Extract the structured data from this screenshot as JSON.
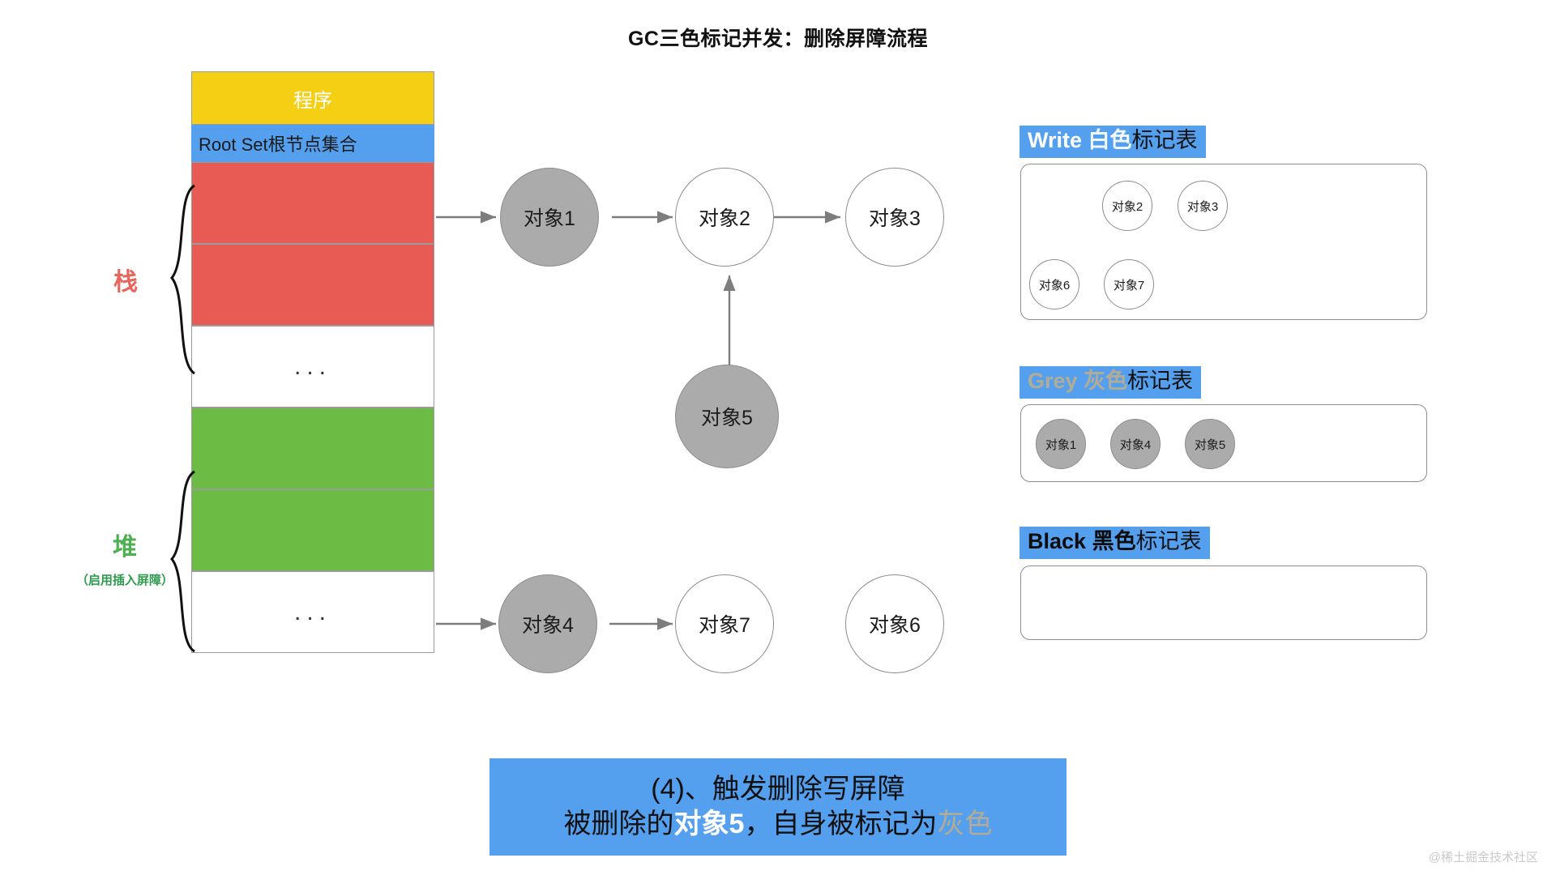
{
  "title": "GC三色标记并发：删除屏障流程",
  "memory": {
    "program_label": "程序",
    "root_set_label": "Root Set根节点集合",
    "dots": "...",
    "stack_label": "栈",
    "heap_label": "堆",
    "heap_sublabel": "（启用插入屏障）"
  },
  "graph": {
    "nodes": [
      {
        "id": "obj1",
        "label": "对象1",
        "fill": "grey"
      },
      {
        "id": "obj2",
        "label": "对象2",
        "fill": "white"
      },
      {
        "id": "obj3",
        "label": "对象3",
        "fill": "white"
      },
      {
        "id": "obj5",
        "label": "对象5",
        "fill": "grey"
      },
      {
        "id": "obj4",
        "label": "对象4",
        "fill": "grey"
      },
      {
        "id": "obj7",
        "label": "对象7",
        "fill": "white"
      },
      {
        "id": "obj6",
        "label": "对象6",
        "fill": "white"
      }
    ]
  },
  "tables": [
    {
      "id": "white-table",
      "en": "Write",
      "color_word": "白色",
      "suffix": "标记表",
      "style": "white",
      "items": [
        "对象2",
        "对象3",
        "对象6",
        "对象7"
      ]
    },
    {
      "id": "grey-table",
      "en": "Grey",
      "color_word": "灰色",
      "suffix": "标记表",
      "style": "grey",
      "items": [
        "对象1",
        "对象4",
        "对象5"
      ]
    },
    {
      "id": "black-table",
      "en": "Black",
      "color_word": "黑色",
      "suffix": "标记表",
      "style": "black",
      "items": []
    }
  ],
  "caption": {
    "line1": "(4)、触发删除写屏障",
    "line2_a": "被删除的",
    "line2_b": "对象5",
    "line2_c": "，自身被标记为",
    "line2_d": "灰色"
  },
  "watermark": "@稀土掘金技术社区",
  "colors": {
    "accent_blue": "#54a0ef",
    "yellow": "#f5cf14",
    "red": "#e85b54",
    "green": "#6cbb45",
    "grey_node": "#ababab",
    "stroke": "#8d8d8d"
  }
}
